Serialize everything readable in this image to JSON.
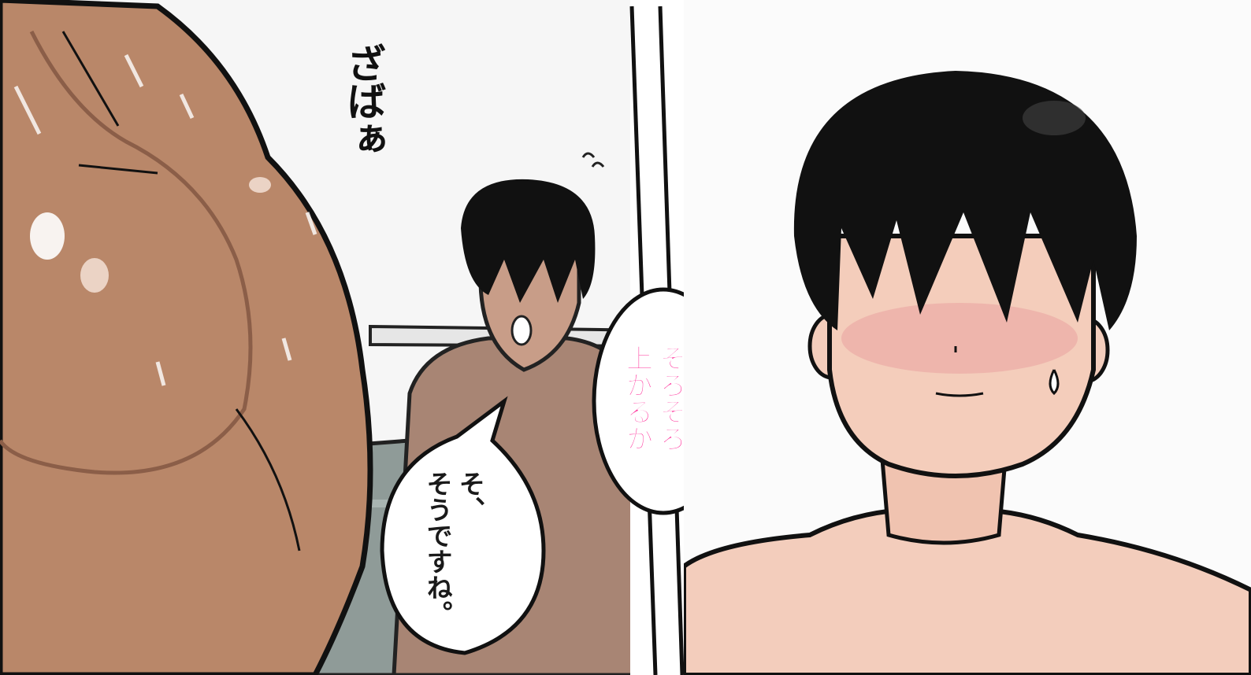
{
  "sound_effect": "ざばぁ",
  "speech_bubbles": {
    "reply": "そ、\nそうですね。",
    "older_man": "そろそろ\n上がるか。"
  },
  "colors": {
    "skin_dark": "#b9876a",
    "skin_light": "#f4cdbb",
    "hair": "#111111",
    "water": "#8a9a98",
    "speech_accent": "#ff2f9a"
  }
}
